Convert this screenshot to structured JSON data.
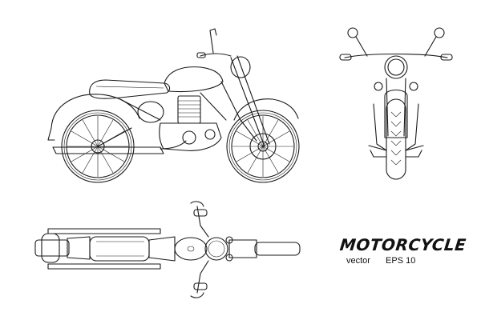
{
  "title": "MOTORCYCLE",
  "subtitle": {
    "left": "vector",
    "right": "EPS 10"
  },
  "colors": {
    "line": "#1a1a1a",
    "background": "#ffffff"
  }
}
